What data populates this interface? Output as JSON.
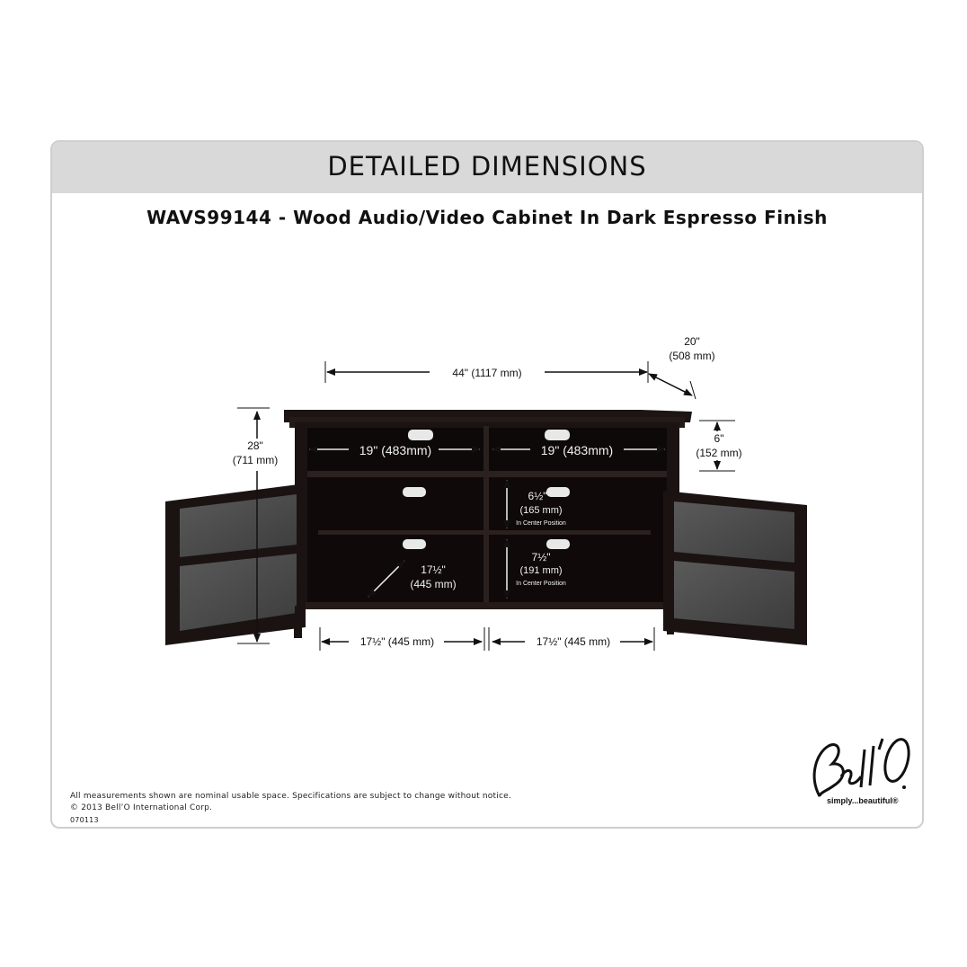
{
  "header": {
    "title": "DETAILED DIMENSIONS"
  },
  "subtitle": "WAVS99144 - Wood Audio/Video Cabinet In Dark Espresso Finish",
  "dimensions": {
    "width": "44\" (1117 mm)",
    "depth_in": "20\"",
    "depth_mm": "(508 mm)",
    "height_in": "28\"",
    "height_mm": "(711 mm)",
    "top_left_shelf": "19\" (483mm)",
    "top_right_shelf": "19\" (483mm)",
    "top_height_in": "6\"",
    "top_height_mm": "(152 mm)",
    "mid_shelf_in": "6½\"",
    "mid_shelf_mm": "(165 mm)",
    "mid_shelf_note": "In Center Position",
    "low_shelf_in": "7½\"",
    "low_shelf_mm": "(191 mm)",
    "low_shelf_note": "In Center Position",
    "diag_in": "17½\"",
    "diag_mm": "(445 mm)",
    "bottom_left": "17½\" (445 mm)",
    "bottom_right": "17½\" (445 mm)"
  },
  "footer": {
    "note": "All measurements shown are nominal usable space.  Specifications are subject to change without notice.",
    "copyright": "© 2013 Bell’O International Corp.",
    "code": "070113"
  },
  "brand": {
    "logo_text": "Bell’O",
    "tagline": "simply...beautiful®"
  }
}
